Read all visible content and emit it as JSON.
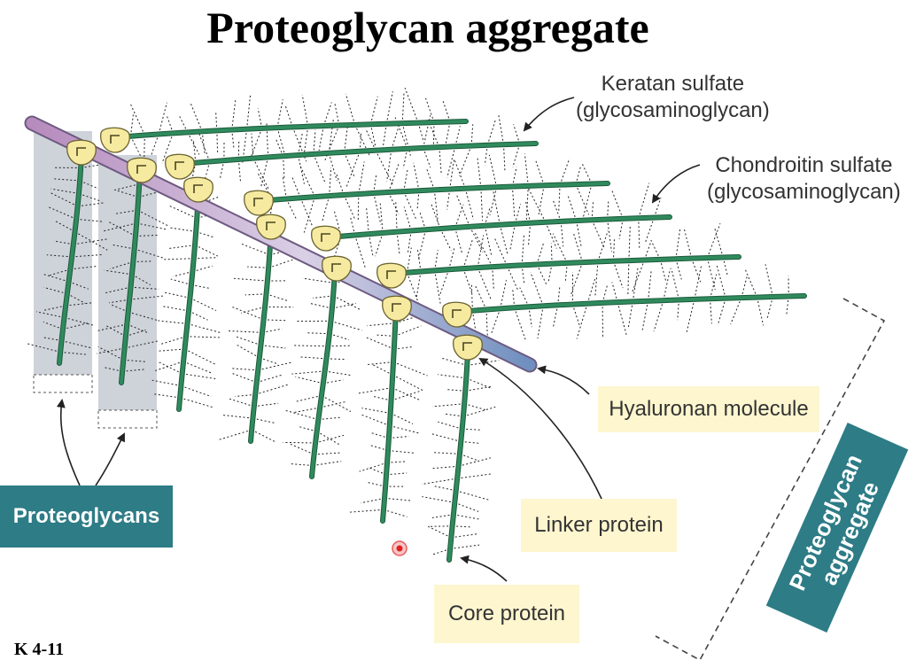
{
  "title": "Proteoglycan aggregate",
  "labels": {
    "keratan": [
      "Keratan sulfate",
      "(glycosaminoglycan)"
    ],
    "chondroitin": [
      "Chondroitin sulfate",
      "(glycosaminoglycan)"
    ],
    "hyaluronan": "Hyaluronan molecule",
    "linker": "Linker protein",
    "core": "Core protein",
    "proteoglycans": "Proteoglycans",
    "aggregate": [
      "Proteoglycan",
      "aggregate"
    ]
  },
  "figure_ref": "K 4-11",
  "colors": {
    "core_protein": "#2f8a5c",
    "linker_protein": "#f6eaa0",
    "hyaluronan_start": "#b68bbd",
    "hyaluronan_end": "#6f8fbf",
    "label_bg": "#fdf6cf",
    "teal": "#2d7c86",
    "shade": "#c6cbd3"
  }
}
